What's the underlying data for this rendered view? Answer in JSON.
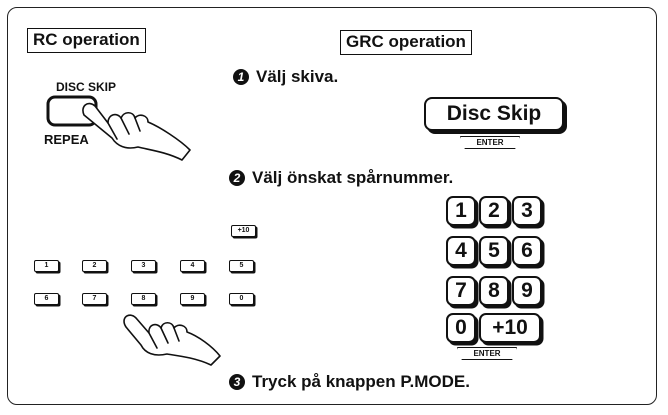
{
  "rc_heading": "RC operation",
  "grc_heading": "GRC operation",
  "steps": [
    {
      "num": "1",
      "text": "Välj skiva."
    },
    {
      "num": "2",
      "text": "Välj önskat spårnummer."
    },
    {
      "num": "3",
      "text": "Tryck på knappen P.MODE."
    }
  ],
  "rc": {
    "disc_skip_label": "DISC SKIP",
    "repeat_label": "REPEA",
    "plus10": "+10",
    "row1": [
      "1",
      "2",
      "3",
      "4",
      "5"
    ],
    "row2": [
      "6",
      "7",
      "8",
      "9",
      "0"
    ]
  },
  "grc": {
    "disc_skip_button": "Disc Skip",
    "enter_label": "ENTER",
    "keys": [
      "1",
      "2",
      "3",
      "4",
      "5",
      "6",
      "7",
      "8",
      "9",
      "0",
      "+10"
    ]
  }
}
